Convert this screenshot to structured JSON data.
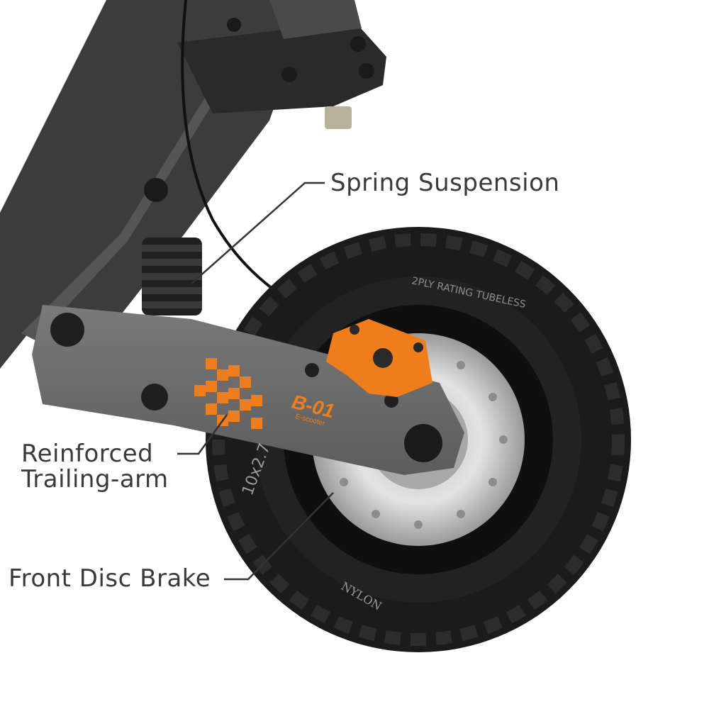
{
  "callouts": {
    "spring_suspension": "Spring Suspension",
    "trailing_arm_line1": "Reinforced",
    "trailing_arm_line2": "Trailing-arm",
    "front_disc_brake": "Front Disc Brake"
  },
  "decal": {
    "model": "B-01",
    "sub": "E-scooter"
  },
  "tire_text": {
    "sidewall_top": "2PLY RATING  TUBELESS",
    "sidewall_size": "10x2.7",
    "sidewall_bottom": "NYLON"
  },
  "colors": {
    "background": "#ffffff",
    "frame": "#3b3b3b",
    "arm": "#6b6b6b",
    "tire": "#1b1b1b",
    "accent_orange": "#f07d1c",
    "disc": "#d9d9d9",
    "text": "#3a3a3a"
  }
}
